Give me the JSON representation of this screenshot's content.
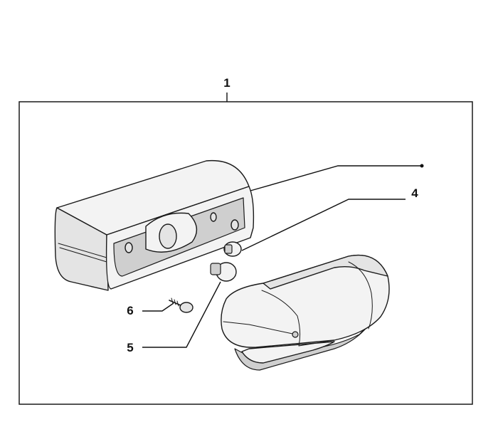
{
  "callouts": {
    "c1": "1",
    "c4": "4",
    "c5": "5",
    "c6": "6"
  }
}
